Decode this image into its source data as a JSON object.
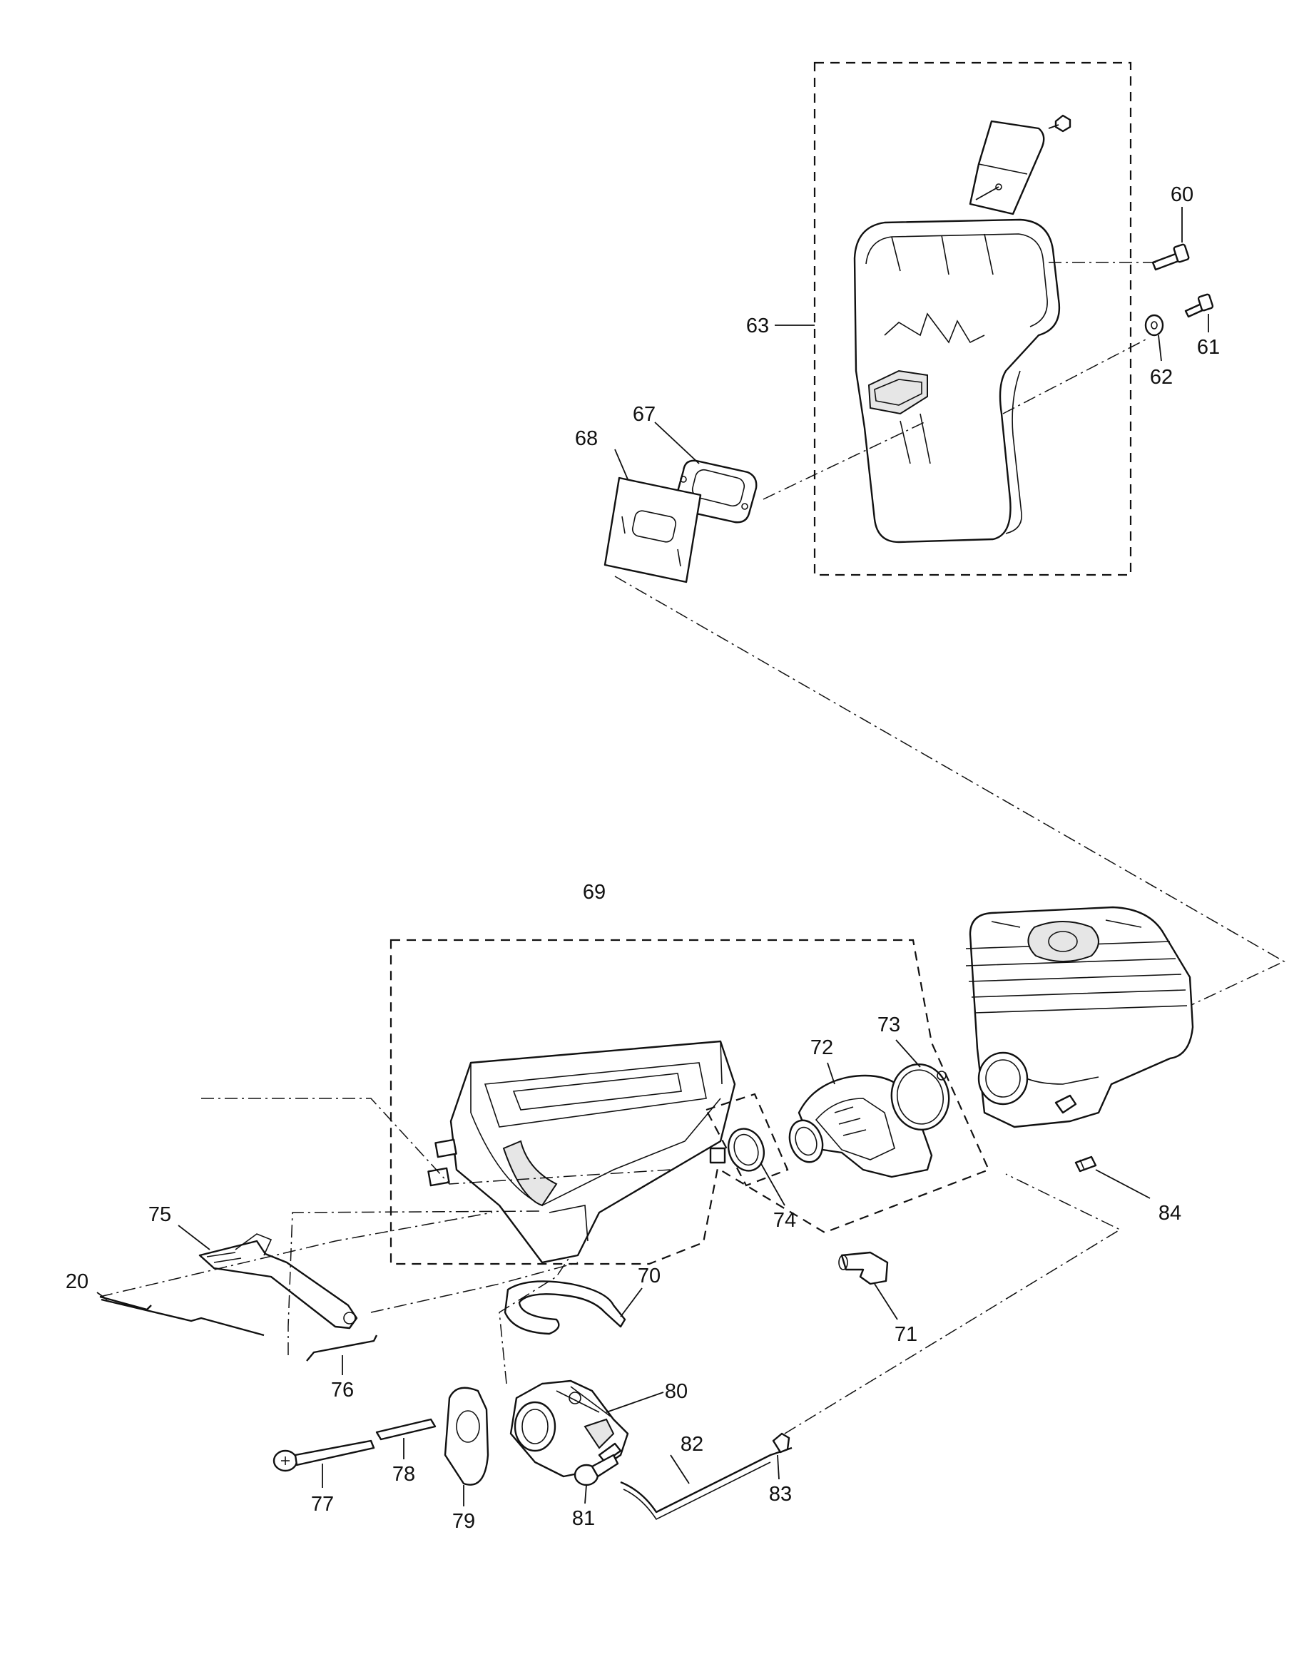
{
  "diagram": {
    "part_numbers": {
      "p60": "60",
      "p61": "61",
      "p62": "62",
      "p63": "63",
      "p67": "67",
      "p68": "68",
      "p69": "69",
      "p70": "70",
      "p71": "71",
      "p72": "72",
      "p73": "73",
      "p74": "74",
      "p75": "75",
      "p20": "20",
      "p76": "76",
      "p77": "77",
      "p78": "78",
      "p79": "79",
      "p80": "80",
      "p81": "81",
      "p82": "82",
      "p83": "83",
      "p84": "84"
    }
  }
}
